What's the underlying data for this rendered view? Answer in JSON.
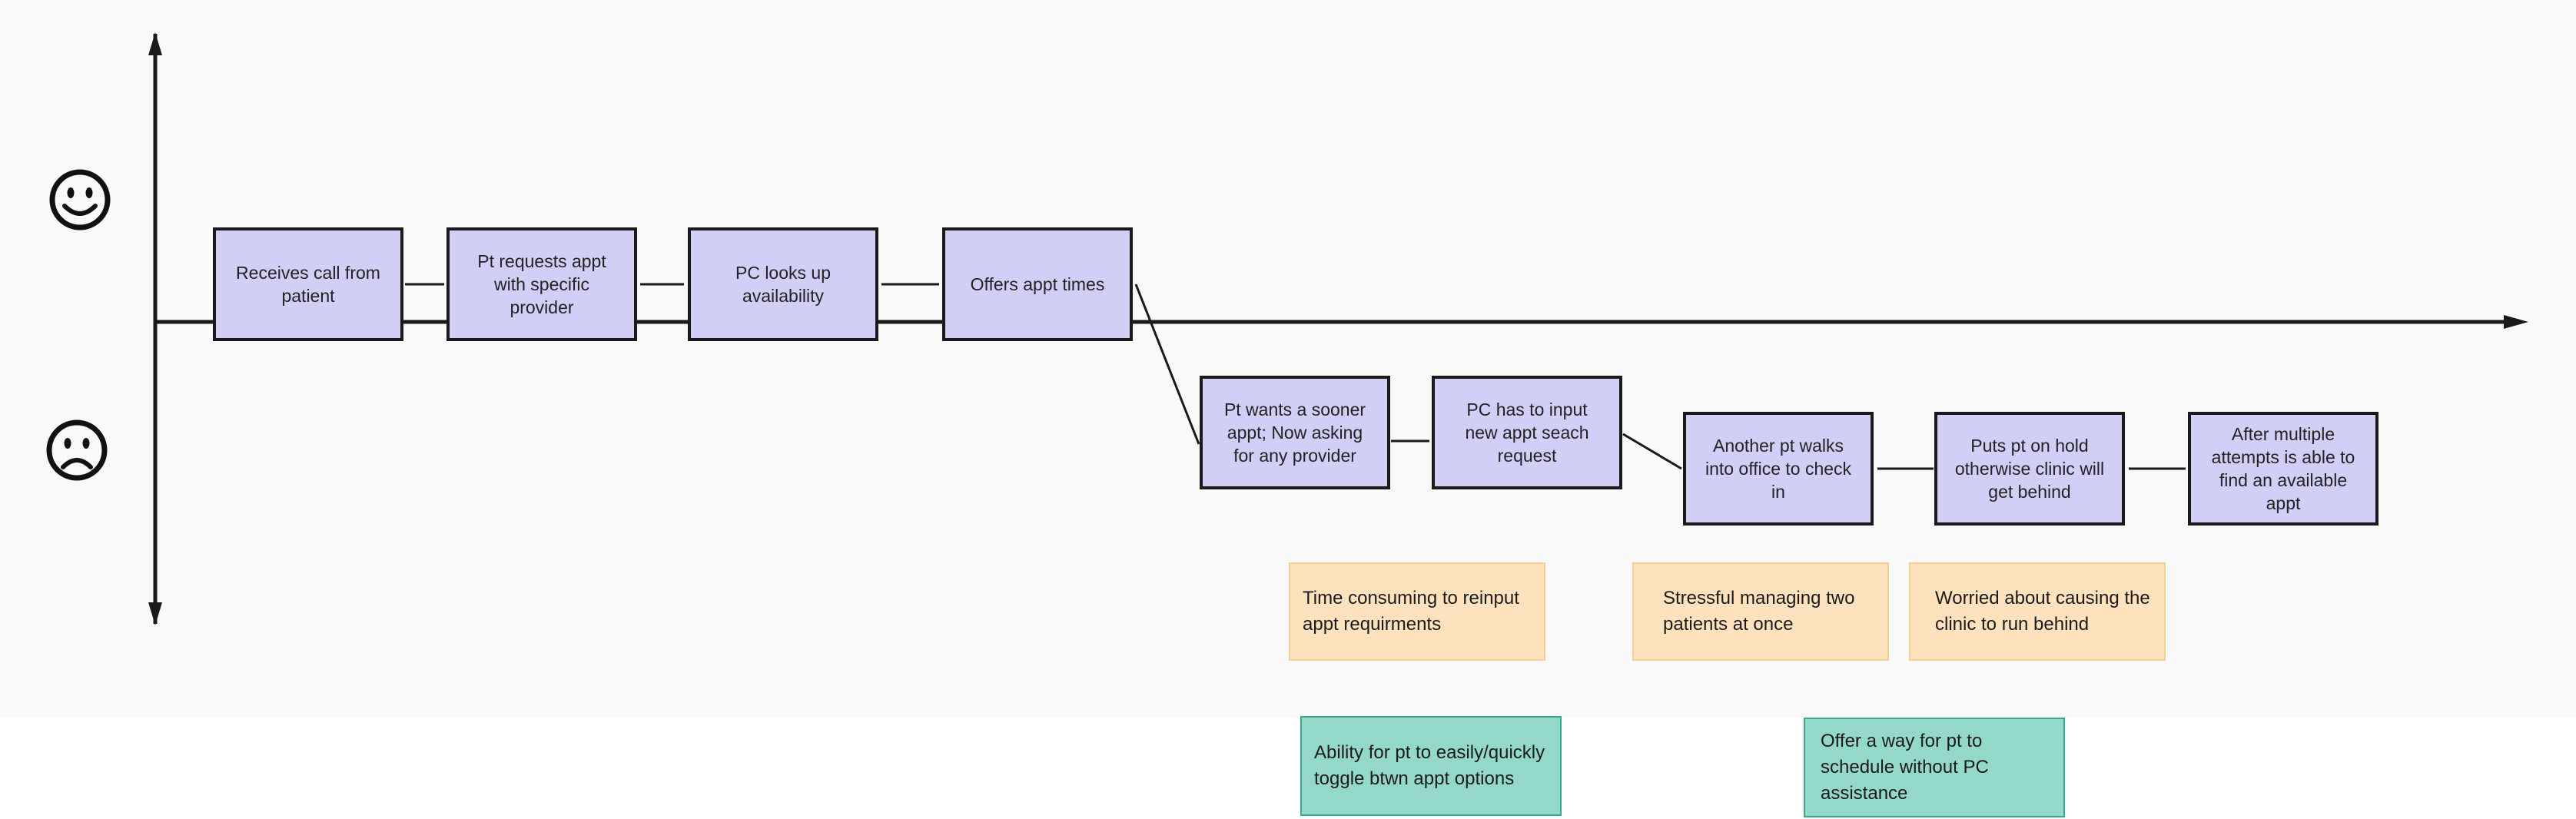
{
  "axis": {
    "positive_icon": "happy-face-icon",
    "negative_icon": "sad-face-icon"
  },
  "steps": [
    {
      "id": "s1",
      "label": "Receives call from patient"
    },
    {
      "id": "s2",
      "label": "Pt requests appt with specific provider"
    },
    {
      "id": "s3",
      "label": "PC looks up availability"
    },
    {
      "id": "s4",
      "label": "Offers appt times"
    },
    {
      "id": "s5",
      "label": "Pt wants a sooner appt; Now asking for any provider"
    },
    {
      "id": "s6",
      "label": "PC has to input new appt seach request"
    },
    {
      "id": "s7",
      "label": "Another pt walks into office to check in"
    },
    {
      "id": "s8",
      "label": "Puts pt on hold otherwise clinic will get behind"
    },
    {
      "id": "s9",
      "label": "After multiple attempts is able to find an available appt"
    }
  ],
  "pain_points": [
    {
      "label": "Time consuming to reinput appt requirments"
    },
    {
      "label": "Stressful managing two patients at once"
    },
    {
      "label": "Worried about causing the clinic to run behind"
    }
  ],
  "opportunities": [
    {
      "label": "Ability for pt to easily/quickly toggle btwn appt options"
    },
    {
      "label": "Offer a way for pt to schedule without PC assistance"
    }
  ],
  "colors": {
    "step_fill": "#d2cff7",
    "pain_point_fill": "#fde2bd",
    "opportunity_fill": "#94d8c9",
    "line": "#1a1a1a"
  }
}
